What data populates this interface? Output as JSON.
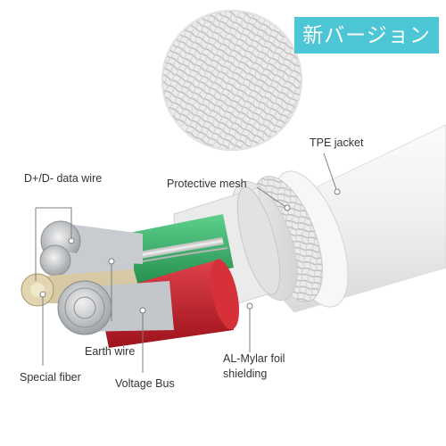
{
  "badge": {
    "text": "新バージョン",
    "color": "#4cc5d4"
  },
  "labels": {
    "tpe_jacket": "TPE jacket",
    "protective_mesh": "Protective mesh",
    "data_wire": "D+/D- data wire",
    "earth_wire": "Earth wire",
    "al_mylar_line1": "AL-Mylar foil",
    "al_mylar_line2": "shielding",
    "special_fiber": "Special fiber",
    "voltage_bus": "Voltage Bus"
  },
  "colors": {
    "jacket": "#f2f2f2",
    "green_wire": "#39b46a",
    "red_wire": "#c8202c",
    "conductor": "#b9bcc0",
    "fiber": "#cdb88a"
  }
}
